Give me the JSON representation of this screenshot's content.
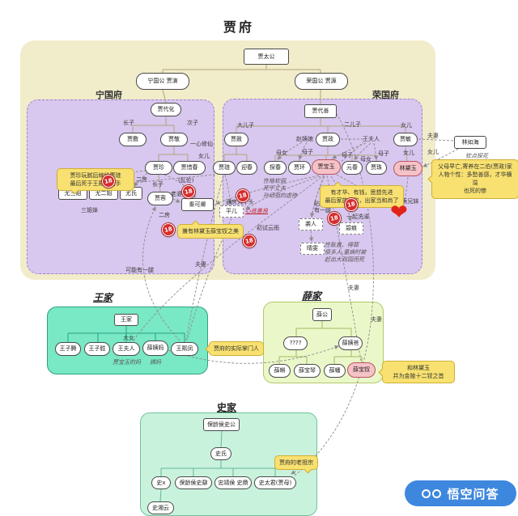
{
  "title": "贾府",
  "r18_badge": "18",
  "heart_icon": "❤",
  "watermark": {
    "label": "悟空问答"
  },
  "colors": {
    "outer_box": "#f1ecca",
    "house_box": "#d8c7ef",
    "wang_box": "#79e8c4",
    "xue_box": "#eaf8c9",
    "shi_box": "#c9f2dd",
    "pink_node": "#f5c2c7",
    "callout": "#f8e170",
    "badge_red": "#d62e2e",
    "watermark_blue": "#3d87de"
  },
  "ancestor": "贾太公",
  "dukes": {
    "ning": "宁国公 贾演",
    "rong": "荣国公 贾源"
  },
  "rel": {
    "zhangzi": "长子",
    "cizi": "次子",
    "nver": "女儿",
    "daerzi": "大儿子",
    "ererzi": "二儿子",
    "danv": "大女",
    "muzi": "母子",
    "munv": "母女",
    "fuqi": "夫妻",
    "laopo": "老婆",
    "wannong": "玩弄",
    "erfang": "二房",
    "luanlun": "(乱伦)",
    "sanjiemei": "三姐妹",
    "yixin": "一心修仙",
    "xindi": "心底善良",
    "chushi": "初试云雨",
    "tongfang": "通房大丫头",
    "tieshen": "贴身丫鬟\n有一腿",
    "xizao": "一起洗澡",
    "lianren": "恋人/表兄妹",
    "keneng": "可能有一腿",
    "qindian": "钦点探花",
    "baoyudema": "贾宝玉的妈",
    "yima": "姨妈"
  },
  "ning": {
    "label": "宁国府",
    "daihua": "贾代化",
    "fu": "贾敷",
    "jing": "贾敬",
    "zhen": "贾珍",
    "xichun": "贾惜春",
    "rong": "贾蓉",
    "keqing": "秦可卿",
    "yousan": "尤三姐",
    "youer": "尤二姐",
    "youshi": "尤氏"
  },
  "rong": {
    "label": "荣国府",
    "daishan": "贾代善",
    "she": "贾赦",
    "zheng": "贾政",
    "min": "贾敏",
    "zhao": "赵姨娘",
    "wangfuren": "王夫人",
    "lian": "贾琏",
    "yingchun": "迎春",
    "tanchun": "探春",
    "huan": "贾环",
    "baoyu": "贾宝玉",
    "yuanchun": "元春",
    "zhu": "贾珠",
    "daiyu": "林黛玉",
    "pinger": "平儿",
    "xiren": "袭人",
    "bihen": "碧痕",
    "qingwen": "晴雯",
    "linruhai": "林如海"
  },
  "wang": {
    "label": "王家",
    "root": "王家",
    "ziteng": "王子腾",
    "zisheng": "王子胜",
    "furen": "王夫人",
    "xueyima": "薛姨妈",
    "xifeng": "王熙凤"
  },
  "xue": {
    "label": "薛家",
    "gong": "薛公",
    "unknown": "????",
    "yiba": "薛姨爸",
    "ke": "薛蝌",
    "baoqin": "薛宝琴",
    "pan": "薛蟠",
    "baochai": "薛宝钗"
  },
  "shi": {
    "label": "史家",
    "gong": "保龄侯史公",
    "shishi": "史氏",
    "shix": "史x",
    "nai": "保龄侯史鼐",
    "ding": "忠靖侯 史鼎",
    "taijun": "史太君(贾母)",
    "xiangyun": "史湘云"
  },
  "callouts": {
    "jiazhen": "贾珍玩腻后嫁给贾琏\n最后死于王熙凤之手",
    "keqing": "兼有林黛玉薛宝钗之美",
    "baoyu": "有才华、有钱，思想先进\n最后家族衰败，出家当和尚了",
    "daiyu": "父母早亡,寄养在二伯(贾政)家\n人物个性：多愁善感，才华横溢\n也死的惨",
    "xifeng": "贾府的实际掌门人",
    "baochai": "和林黛玉\n并为金陵十二钗之首",
    "jiamu": "贾府的老祖宗"
  },
  "notes": {
    "yingchun": "性格软弱\n死于丈夫\n孙绍祖的虐待",
    "qingwen": "性耿直、得罪\n很多人,重病时被\n赶出大观园而死"
  }
}
